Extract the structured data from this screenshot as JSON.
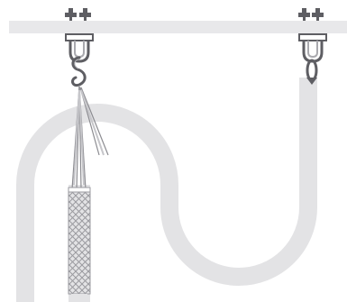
{
  "diagram": {
    "colors": {
      "background": "#ffffff",
      "beam": "#e8e8ea",
      "cable": "#e3e3e5",
      "hardware": "#5e5e63",
      "hardware_light": "#a9a9ae",
      "strands": "#8c8c91",
      "mesh": "#9a9a9f"
    },
    "components": {
      "beam": "overhead-beam",
      "left_anchor": "clamp-with-s-hook",
      "right_anchor": "clamp-with-chain-link",
      "cable": "suspended-cable-loop",
      "grip": "wire-mesh-cable-grip"
    }
  }
}
